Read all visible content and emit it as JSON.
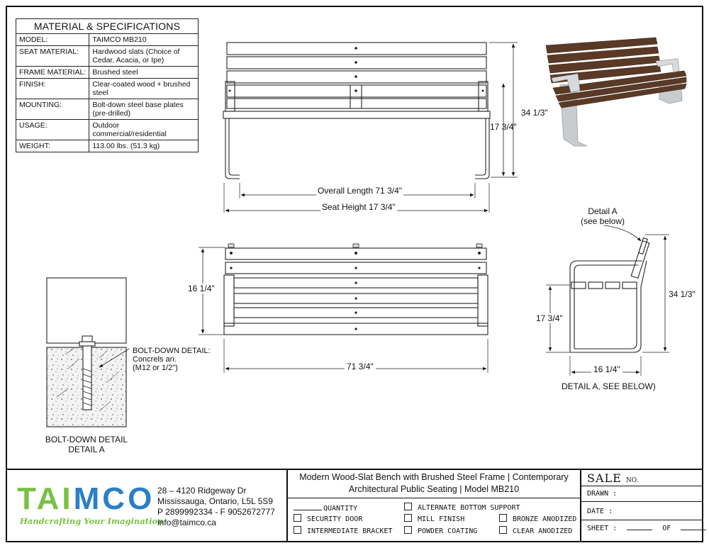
{
  "spec_table": {
    "title": "MATERIAL & SPECIFICATIONS",
    "rows": [
      {
        "key": "MODEL:",
        "value": "TAIMCO MB210"
      },
      {
        "key": "SEAT MATERIAL:",
        "value": "Hardwood slats (Choice of Cedar, Acacia, or Ipe)"
      },
      {
        "key": "FRAME MATERIAL:",
        "value": "Brushed steel"
      },
      {
        "key": "FINISH:",
        "value": "Clear-coated wood + brushed steel"
      },
      {
        "key": "MOUNTING:",
        "value": "Bolt-down steel base plates (pre-drilled)"
      },
      {
        "key": "USAGE:",
        "value": "Outdoor commercial/residential"
      },
      {
        "key": "WEIGHT:",
        "value": "113.00 lbs. (51.3 kg)"
      }
    ]
  },
  "front_view": {
    "height_total": "34 1/3\"",
    "height_seat": "17 3/4\"",
    "overall_length": "Overall Length 71 3/4\"",
    "seat_height": "Seat Height 17 3/4\""
  },
  "top_view": {
    "depth": "16 1/4\"",
    "length": "71 3/4\""
  },
  "side_view": {
    "detail_ref": "Detail A",
    "detail_ref_note": "(see below)",
    "seat_height": "17 3/4\"",
    "total_height": "34 1/3\"",
    "depth": "16 1/4\"",
    "caption": "DETAIL A, SEE BELOW)"
  },
  "bolt_detail": {
    "label_title": "BOLT-DOWN DETAIL:",
    "label_line2": "Concrels an.",
    "label_line3": "(M12 or 1/2\")",
    "caption_line1": "BOLT-DOWN DETAIL",
    "caption_line2": "DETAIL A"
  },
  "title_block": {
    "logo_letters": [
      "T",
      "A",
      "I",
      "M",
      "C",
      "O"
    ],
    "tagline": "Handcrafting Your Imagination",
    "address": [
      "28 – 4120 Ridgeway Dr",
      "Mississauga, Ontario, L5L 5S9",
      "P 2899992334 - F 9052672777",
      "info@taimco.ca"
    ],
    "product_title": "Modern Wood-Slat Bench with Brushed Steel Frame | Contemporary Architectural Public Seating | Model MB210",
    "quantity_label": "QUANTITY",
    "options_col1": [
      "SECURITY DOOR",
      "INTERMEDIATE BRACKET"
    ],
    "options_col2": [
      "ALTERNATE BOTTOM SUPPORT",
      "MILL FINISH",
      "POWDER COATING"
    ],
    "options_col3": [
      "BRONZE ANODIZED",
      "CLEAR ANODIZED"
    ],
    "sale_label": "SALE",
    "sale_no": "NO.",
    "drawn_label": "DRAWN :",
    "date_label": "DATE :",
    "sheet_label": "SHEET :",
    "of_label": "OF"
  },
  "colors": {
    "logo_green": "#79c043",
    "logo_blue": "#2a7fc6",
    "wood": "#5a3a27",
    "steel": "#c9cccf"
  }
}
